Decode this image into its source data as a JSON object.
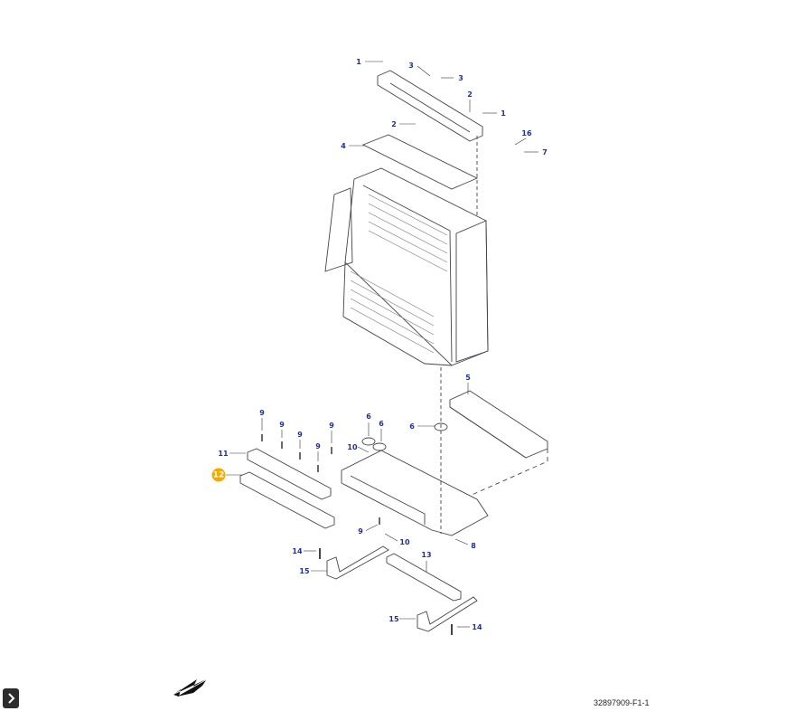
{
  "diagram": {
    "document_id": "32897909-F1-1",
    "callouts": [
      {
        "id": "c1a",
        "label": "1",
        "hl": false
      },
      {
        "id": "c3a",
        "label": "3",
        "hl": false
      },
      {
        "id": "c3b",
        "label": "3",
        "hl": false
      },
      {
        "id": "c2a",
        "label": "2",
        "hl": false
      },
      {
        "id": "c1b",
        "label": "1",
        "hl": false
      },
      {
        "id": "c2b",
        "label": "2",
        "hl": false
      },
      {
        "id": "c16",
        "label": "16",
        "hl": false
      },
      {
        "id": "c7",
        "label": "7",
        "hl": false
      },
      {
        "id": "c4",
        "label": "4",
        "hl": false
      },
      {
        "id": "c5",
        "label": "5",
        "hl": false
      },
      {
        "id": "c6a",
        "label": "6",
        "hl": false
      },
      {
        "id": "c6b",
        "label": "6",
        "hl": false
      },
      {
        "id": "c6c",
        "label": "6",
        "hl": false
      },
      {
        "id": "c9a",
        "label": "9",
        "hl": false
      },
      {
        "id": "c9b",
        "label": "9",
        "hl": false
      },
      {
        "id": "c9c",
        "label": "9",
        "hl": false
      },
      {
        "id": "c9d",
        "label": "9",
        "hl": false
      },
      {
        "id": "c9e",
        "label": "9",
        "hl": false
      },
      {
        "id": "c10a",
        "label": "10",
        "hl": false
      },
      {
        "id": "c11",
        "label": "11",
        "hl": false
      },
      {
        "id": "c12",
        "label": "12",
        "hl": true
      },
      {
        "id": "c8",
        "label": "8",
        "hl": false
      },
      {
        "id": "c9f",
        "label": "9",
        "hl": false
      },
      {
        "id": "c10b",
        "label": "10",
        "hl": false
      },
      {
        "id": "c14a",
        "label": "14",
        "hl": false
      },
      {
        "id": "c15a",
        "label": "15",
        "hl": false
      },
      {
        "id": "c13",
        "label": "13",
        "hl": false
      },
      {
        "id": "c15b",
        "label": "15",
        "hl": false
      },
      {
        "id": "c14b",
        "label": "14",
        "hl": false
      }
    ]
  },
  "colors": {
    "callout_text": "#1f2f9c",
    "highlight": "#f2a900",
    "line": "#444444"
  },
  "icons": {
    "toggle": "chevron-right-icon",
    "orientation": "arrow-down-left-icon"
  }
}
